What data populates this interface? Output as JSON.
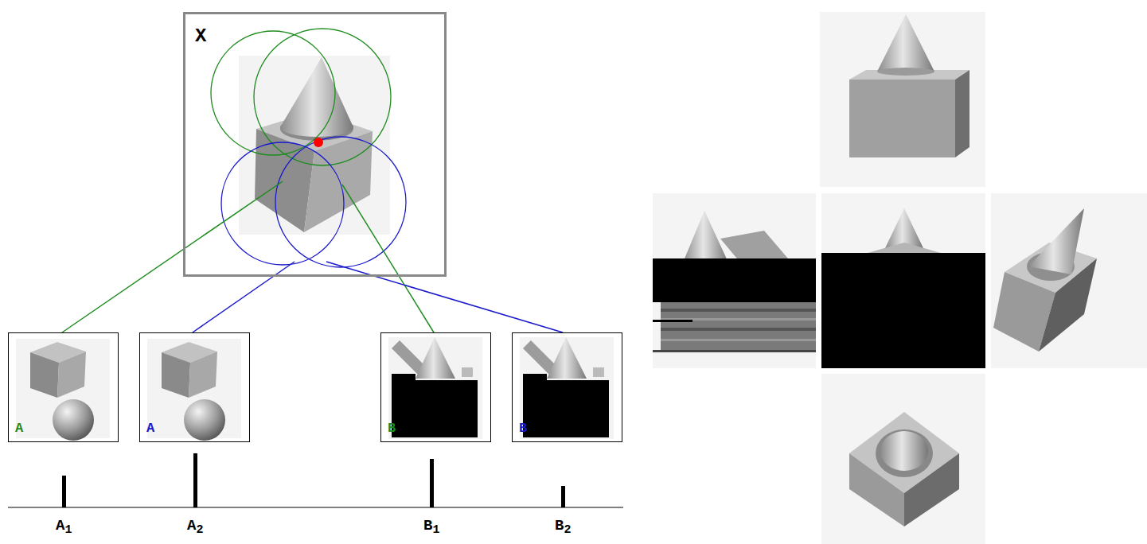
{
  "diagram": {
    "nodes": [
      {
        "text": [
          "X"
        ]
      },
      {
        "text": [
          "A"
        ]
      },
      {
        "text": [
          "A"
        ]
      },
      {
        "text": [
          "B"
        ]
      },
      {
        "text": [
          "B"
        ]
      }
    ],
    "edges": [
      {
        "from": 0,
        "to": 1,
        "arrow": "none"
      },
      {
        "from": 0,
        "to": 2,
        "arrow": "none"
      },
      {
        "from": 0,
        "to": 3,
        "arrow": "none"
      },
      {
        "from": 0,
        "to": 4,
        "arrow": "none"
      }
    ],
    "labels": [
      "A1",
      "A2",
      "B1",
      "B2"
    ]
  }
}
